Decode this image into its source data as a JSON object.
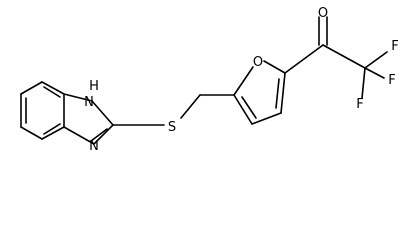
{
  "molecule": {
    "atom_labels": {
      "nh": "H",
      "nh_n": "N",
      "imine_n": "N",
      "s": "S",
      "furan_o": "O",
      "carbonyl_o": "O",
      "f1": "F",
      "f2": "F",
      "f3": "F"
    },
    "colors": {
      "bond": "#000000",
      "label": "#000000",
      "background": "#ffffff"
    }
  }
}
